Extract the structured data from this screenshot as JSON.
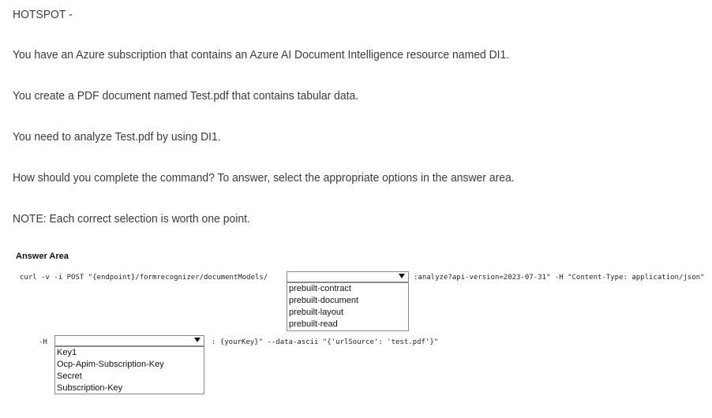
{
  "question": {
    "type_label": "HOTSPOT -",
    "paragraphs": [
      "You have an Azure subscription that contains an Azure AI Document Intelligence resource named DI1.",
      "You create a PDF document named Test.pdf that contains tabular data.",
      "You need to analyze Test.pdf by using DI1.",
      "How should you complete the command? To answer, select the appropriate options in the answer area.",
      "NOTE: Each correct selection is worth one point."
    ]
  },
  "answer_area": {
    "title": "Answer Area",
    "line1": {
      "prefix": "curl -v -i POST \"{endpoint}/formrecognizer/documentModels/",
      "suffix": ":analyze?api-version=2023-07-31\" -H \"Content-Type: application/json\"",
      "options": [
        "prebuilt-contract",
        "prebuilt-document",
        "prebuilt-layout",
        "prebuilt-read"
      ]
    },
    "line2": {
      "prefix": "-H",
      "suffix": ": {yourKey}\" --data-ascii \"{'urlSource': 'test.pdf'}\"",
      "options": [
        "Key1",
        "Ocp-Apim-Subscription-Key",
        "Secret",
        "Subscription-Key"
      ]
    }
  }
}
